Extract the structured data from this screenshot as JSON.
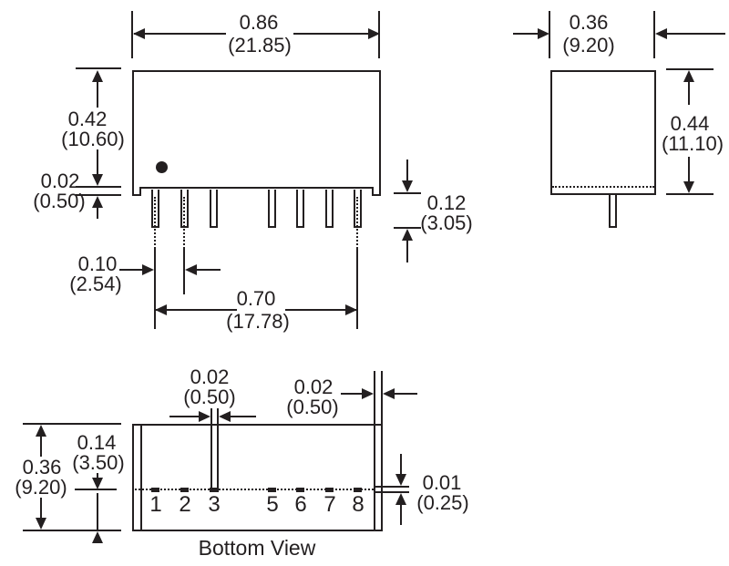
{
  "front_view": {
    "body_width": {
      "in": "0.86",
      "mm": "(21.85)"
    },
    "body_height": {
      "in": "0.42",
      "mm": "(10.60)"
    },
    "standoff_height much": {
      "in": "",
      "mm": ""
    },
    "standoff": {
      "in": "0.02",
      "mm": "(0.50)"
    },
    "pin_length": {
      "in": "0.12",
      "mm": "(3.05)"
    },
    "pin_pitch": {
      "in": "0.10",
      "mm": "(2.54)"
    },
    "pin_row_span": {
      "in": "0.70",
      "mm": "(17.78)"
    }
  },
  "side_view": {
    "body_depth": {
      "in": "0.36",
      "mm": "(9.20)"
    },
    "body_height": {
      "in": "0.44",
      "mm": "(11.10)"
    }
  },
  "bottom_view": {
    "caption": "Bottom View",
    "pin_width": {
      "in": "0.02",
      "mm": "(0.50)"
    },
    "edge_margin": {
      "in": "0.02",
      "mm": "(0.50)"
    },
    "pin_row_offset": {
      "in": "0.14",
      "mm": "(3.50)"
    },
    "body_depth": {
      "in": "0.36",
      "mm": "(9.20)"
    },
    "pin_thickness": {
      "in": "0.01",
      "mm": "(0.25)"
    },
    "pins": [
      "1",
      "2",
      "3",
      "5",
      "6",
      "7",
      "8"
    ]
  },
  "colors": {
    "ink": "#231f20",
    "paper": "#ffffff"
  }
}
